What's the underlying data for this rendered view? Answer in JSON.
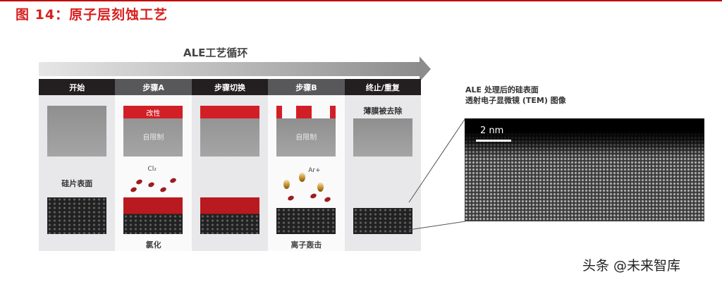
{
  "figure": {
    "title": "图 14：原子层刻蚀工艺",
    "accent_color": "#d81e1e"
  },
  "cycle": {
    "title": "ALE工艺循环",
    "steps": [
      {
        "header": "开始",
        "caption_top": "硅片表面",
        "caption_bottom": ""
      },
      {
        "header": "步骤A",
        "modify_label": "改性",
        "limit_label": "自限制",
        "chem_label": "Cl₂",
        "caption_bottom": "氯化"
      },
      {
        "header": "步骤切换",
        "caption_bottom": ""
      },
      {
        "header": "步骤B",
        "limit_label": "自限制",
        "chem_label": "Ar+",
        "caption_bottom": "离子轰击"
      },
      {
        "header": "终止/重复",
        "caption_top": "薄膜被去除",
        "caption_bottom": ""
      }
    ]
  },
  "tem": {
    "title_line1": "ALE 处理后的硅表面",
    "title_line2": "透射电子显微镜 (TEM) 图像",
    "scale_label": "2 nm"
  },
  "watermark": "头条 @未来智库"
}
